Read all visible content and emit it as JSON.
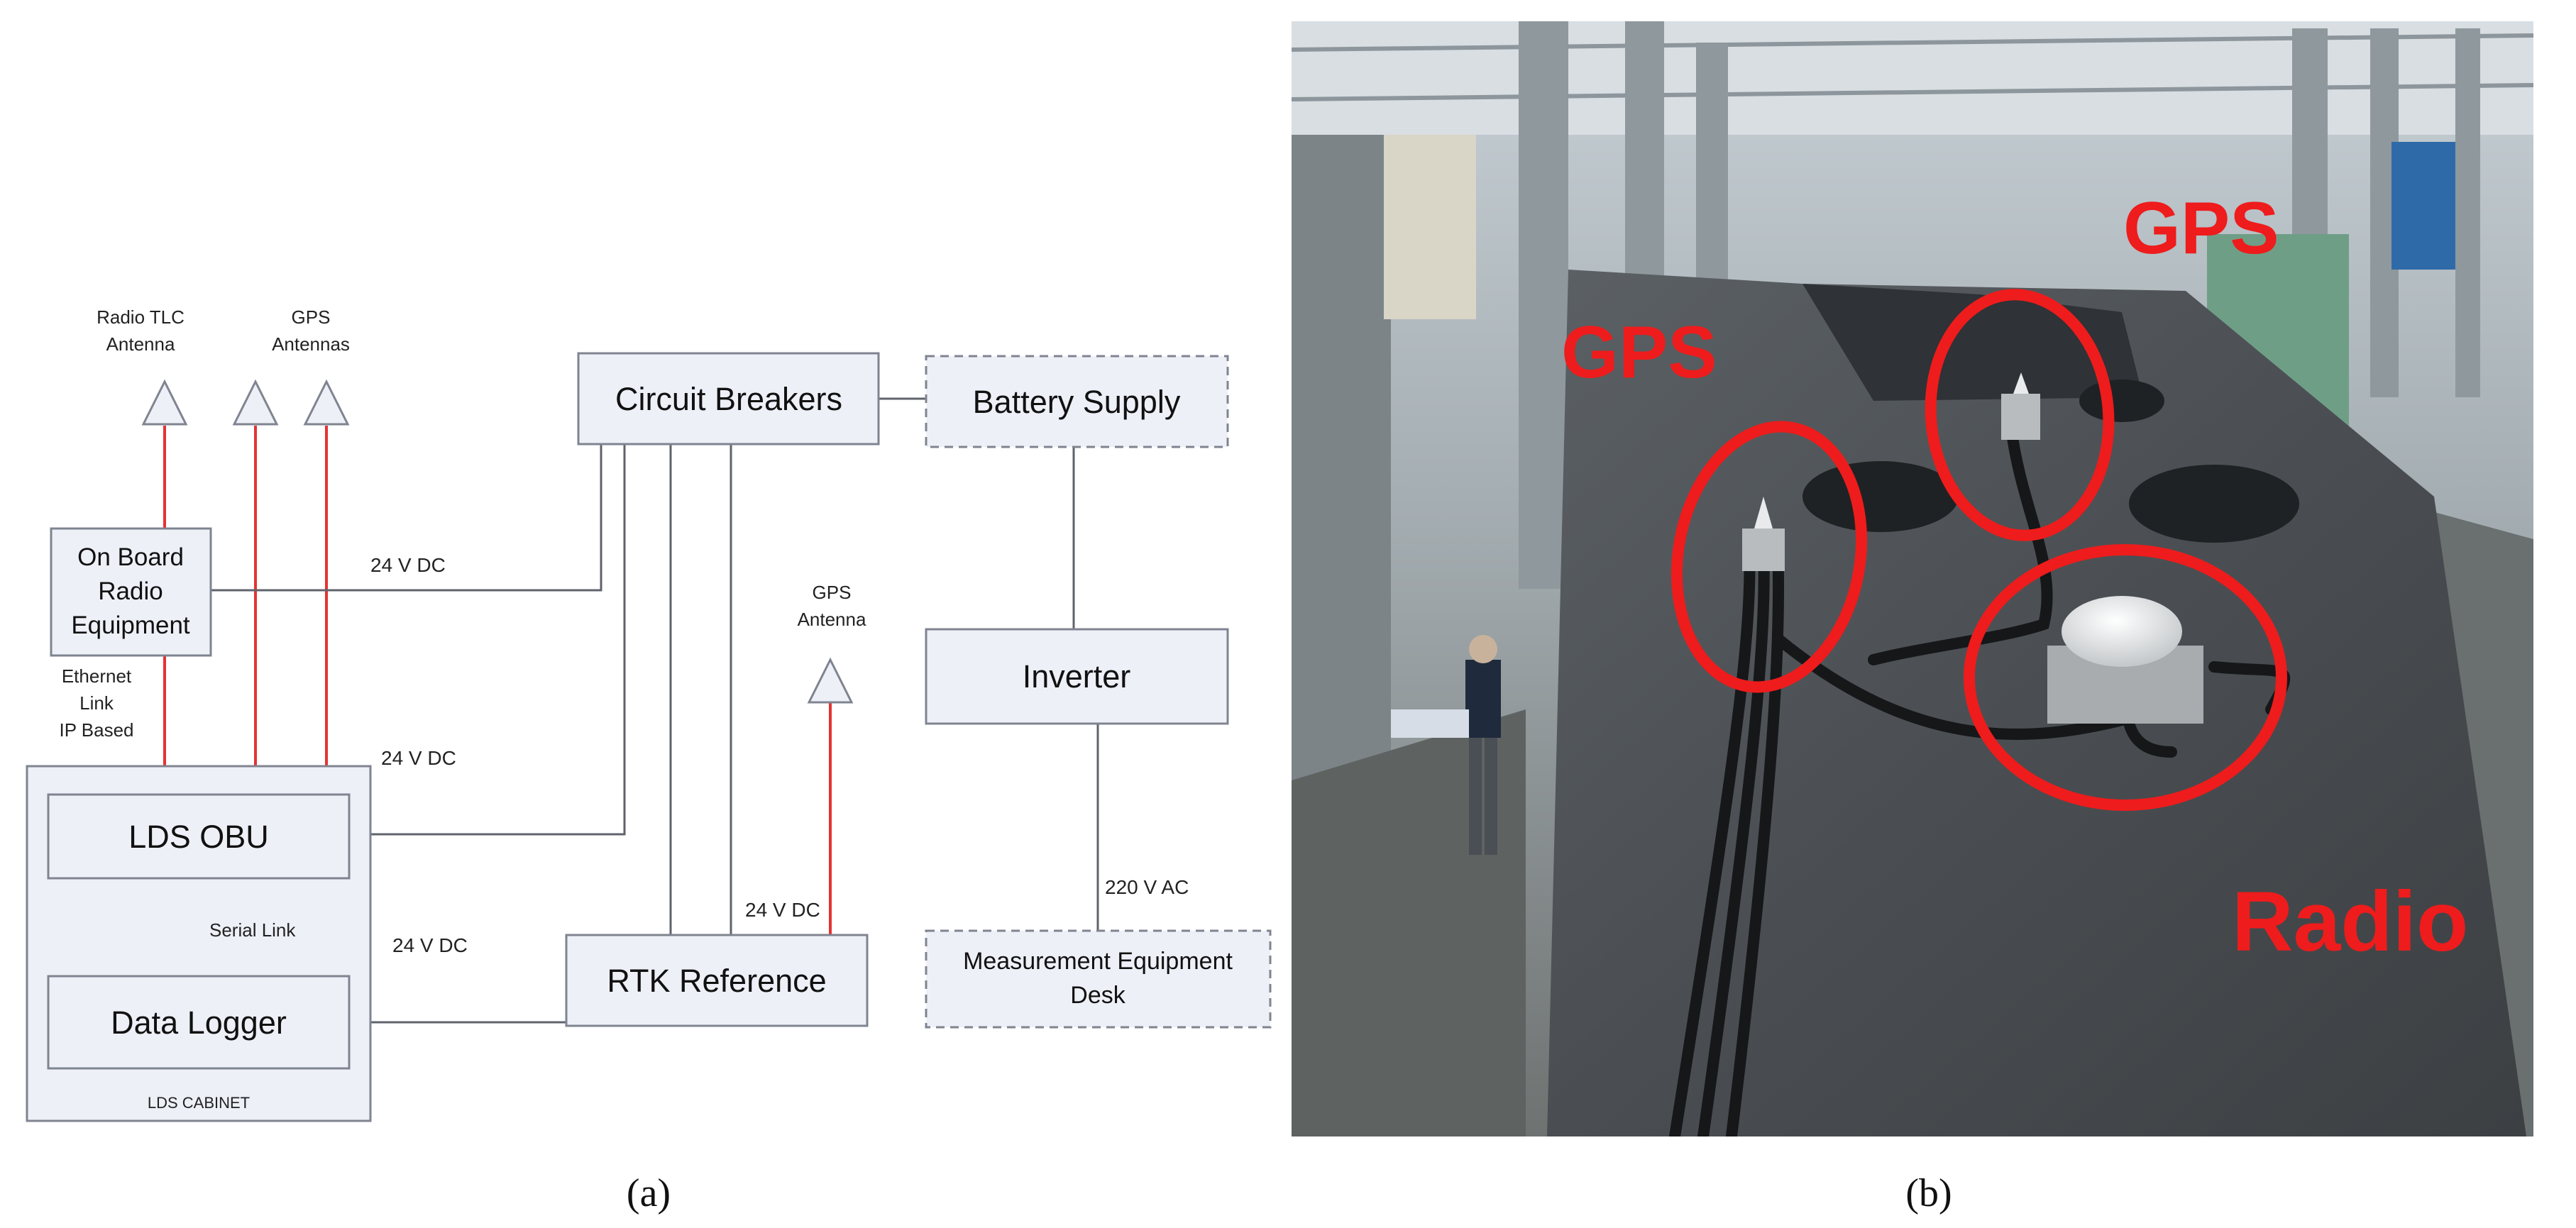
{
  "panel_a": {
    "caption": "(a)",
    "antennas": {
      "radio_tlc": [
        "Radio TLC",
        "Antenna"
      ],
      "gps": [
        "GPS",
        "Antennas"
      ],
      "gps_single": [
        "GPS",
        "Antenna"
      ]
    },
    "boxes": {
      "circuit_breakers": "Circuit Breakers",
      "battery_supply": "Battery Supply",
      "on_board_radio": [
        "On Board",
        "Radio",
        "Equipment"
      ],
      "inverter": "Inverter",
      "lds_obu": "LDS OBU",
      "data_logger": "Data Logger",
      "rtk_reference": "RTK Reference",
      "measurement_desk": [
        "Measurement Equipment",
        "Desk"
      ],
      "lds_cabinet": "LDS CABINET"
    },
    "links": {
      "v24_dc": "24 V DC",
      "v220_ac": "220 V AC",
      "ethernet": [
        "Ethernet",
        "Link",
        "IP Based"
      ],
      "serial": "Serial Link"
    },
    "colors": {
      "signal": "#e53333",
      "box_fill": "#eef0f8",
      "box_stroke": "#7f8490"
    }
  },
  "panel_b": {
    "caption": "(b)",
    "labels": {
      "gps_left": "GPS",
      "gps_right": "GPS",
      "radio": "Radio"
    },
    "colors": {
      "highlight": "#ee1c1c"
    }
  }
}
